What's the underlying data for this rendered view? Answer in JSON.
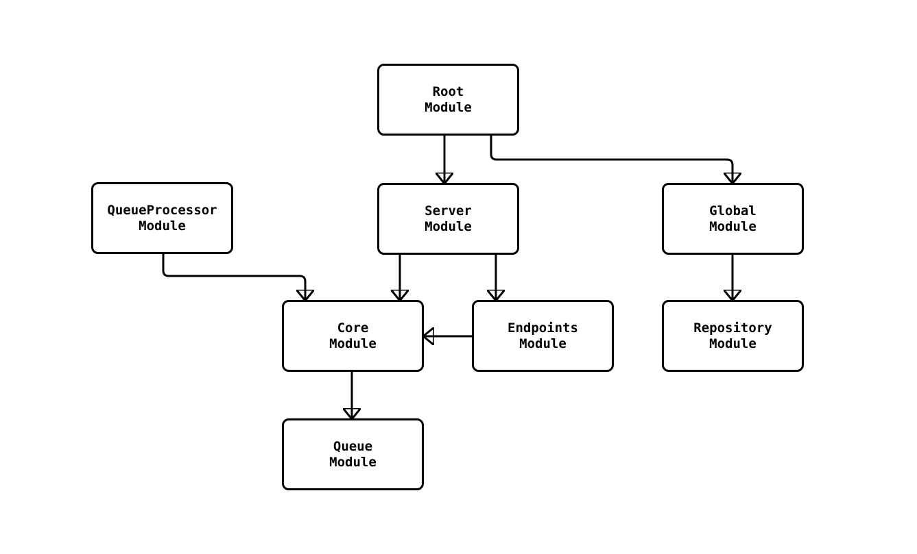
{
  "diagram": {
    "background_color": "#ffffff",
    "stroke_color": "#000000",
    "text_color": "#000000",
    "nodes": [
      {
        "id": "root",
        "label": "Root\nModule"
      },
      {
        "id": "queueprocessor",
        "label": "QueueProcessor\nModule"
      },
      {
        "id": "server",
        "label": "Server\nModule"
      },
      {
        "id": "global",
        "label": "Global\nModule"
      },
      {
        "id": "core",
        "label": "Core\nModule"
      },
      {
        "id": "endpoints",
        "label": "Endpoints\nModule"
      },
      {
        "id": "repository",
        "label": "Repository\nModule"
      },
      {
        "id": "queue",
        "label": "Queue\nModule"
      }
    ],
    "edges": [
      {
        "from": "root",
        "to": "server"
      },
      {
        "from": "root",
        "to": "global"
      },
      {
        "from": "queueprocessor",
        "to": "core"
      },
      {
        "from": "server",
        "to": "core"
      },
      {
        "from": "server",
        "to": "endpoints"
      },
      {
        "from": "endpoints",
        "to": "core"
      },
      {
        "from": "global",
        "to": "repository"
      },
      {
        "from": "core",
        "to": "queue"
      }
    ]
  }
}
